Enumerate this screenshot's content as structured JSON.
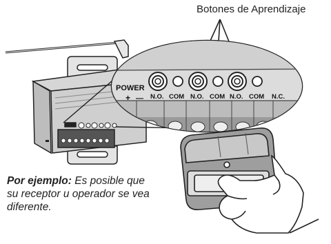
{
  "callout_title": "Botones de Aprendizaje",
  "caption": {
    "lead": "Por ejemplo:",
    "line1_rest": " Es posible que",
    "line2": "su receptor u operador se vea",
    "line3": "diferente."
  },
  "magnified_labels": {
    "power": "POWER",
    "plus": "+",
    "minus": "—",
    "terminals": [
      "N.O.",
      "COM",
      "N.O.",
      "COM",
      "N.O.",
      "COM",
      "N.C."
    ]
  },
  "icons": [
    "antenna-icon",
    "receiver-unit",
    "magnifier-circle",
    "remote-transmitter",
    "hand-icon"
  ]
}
